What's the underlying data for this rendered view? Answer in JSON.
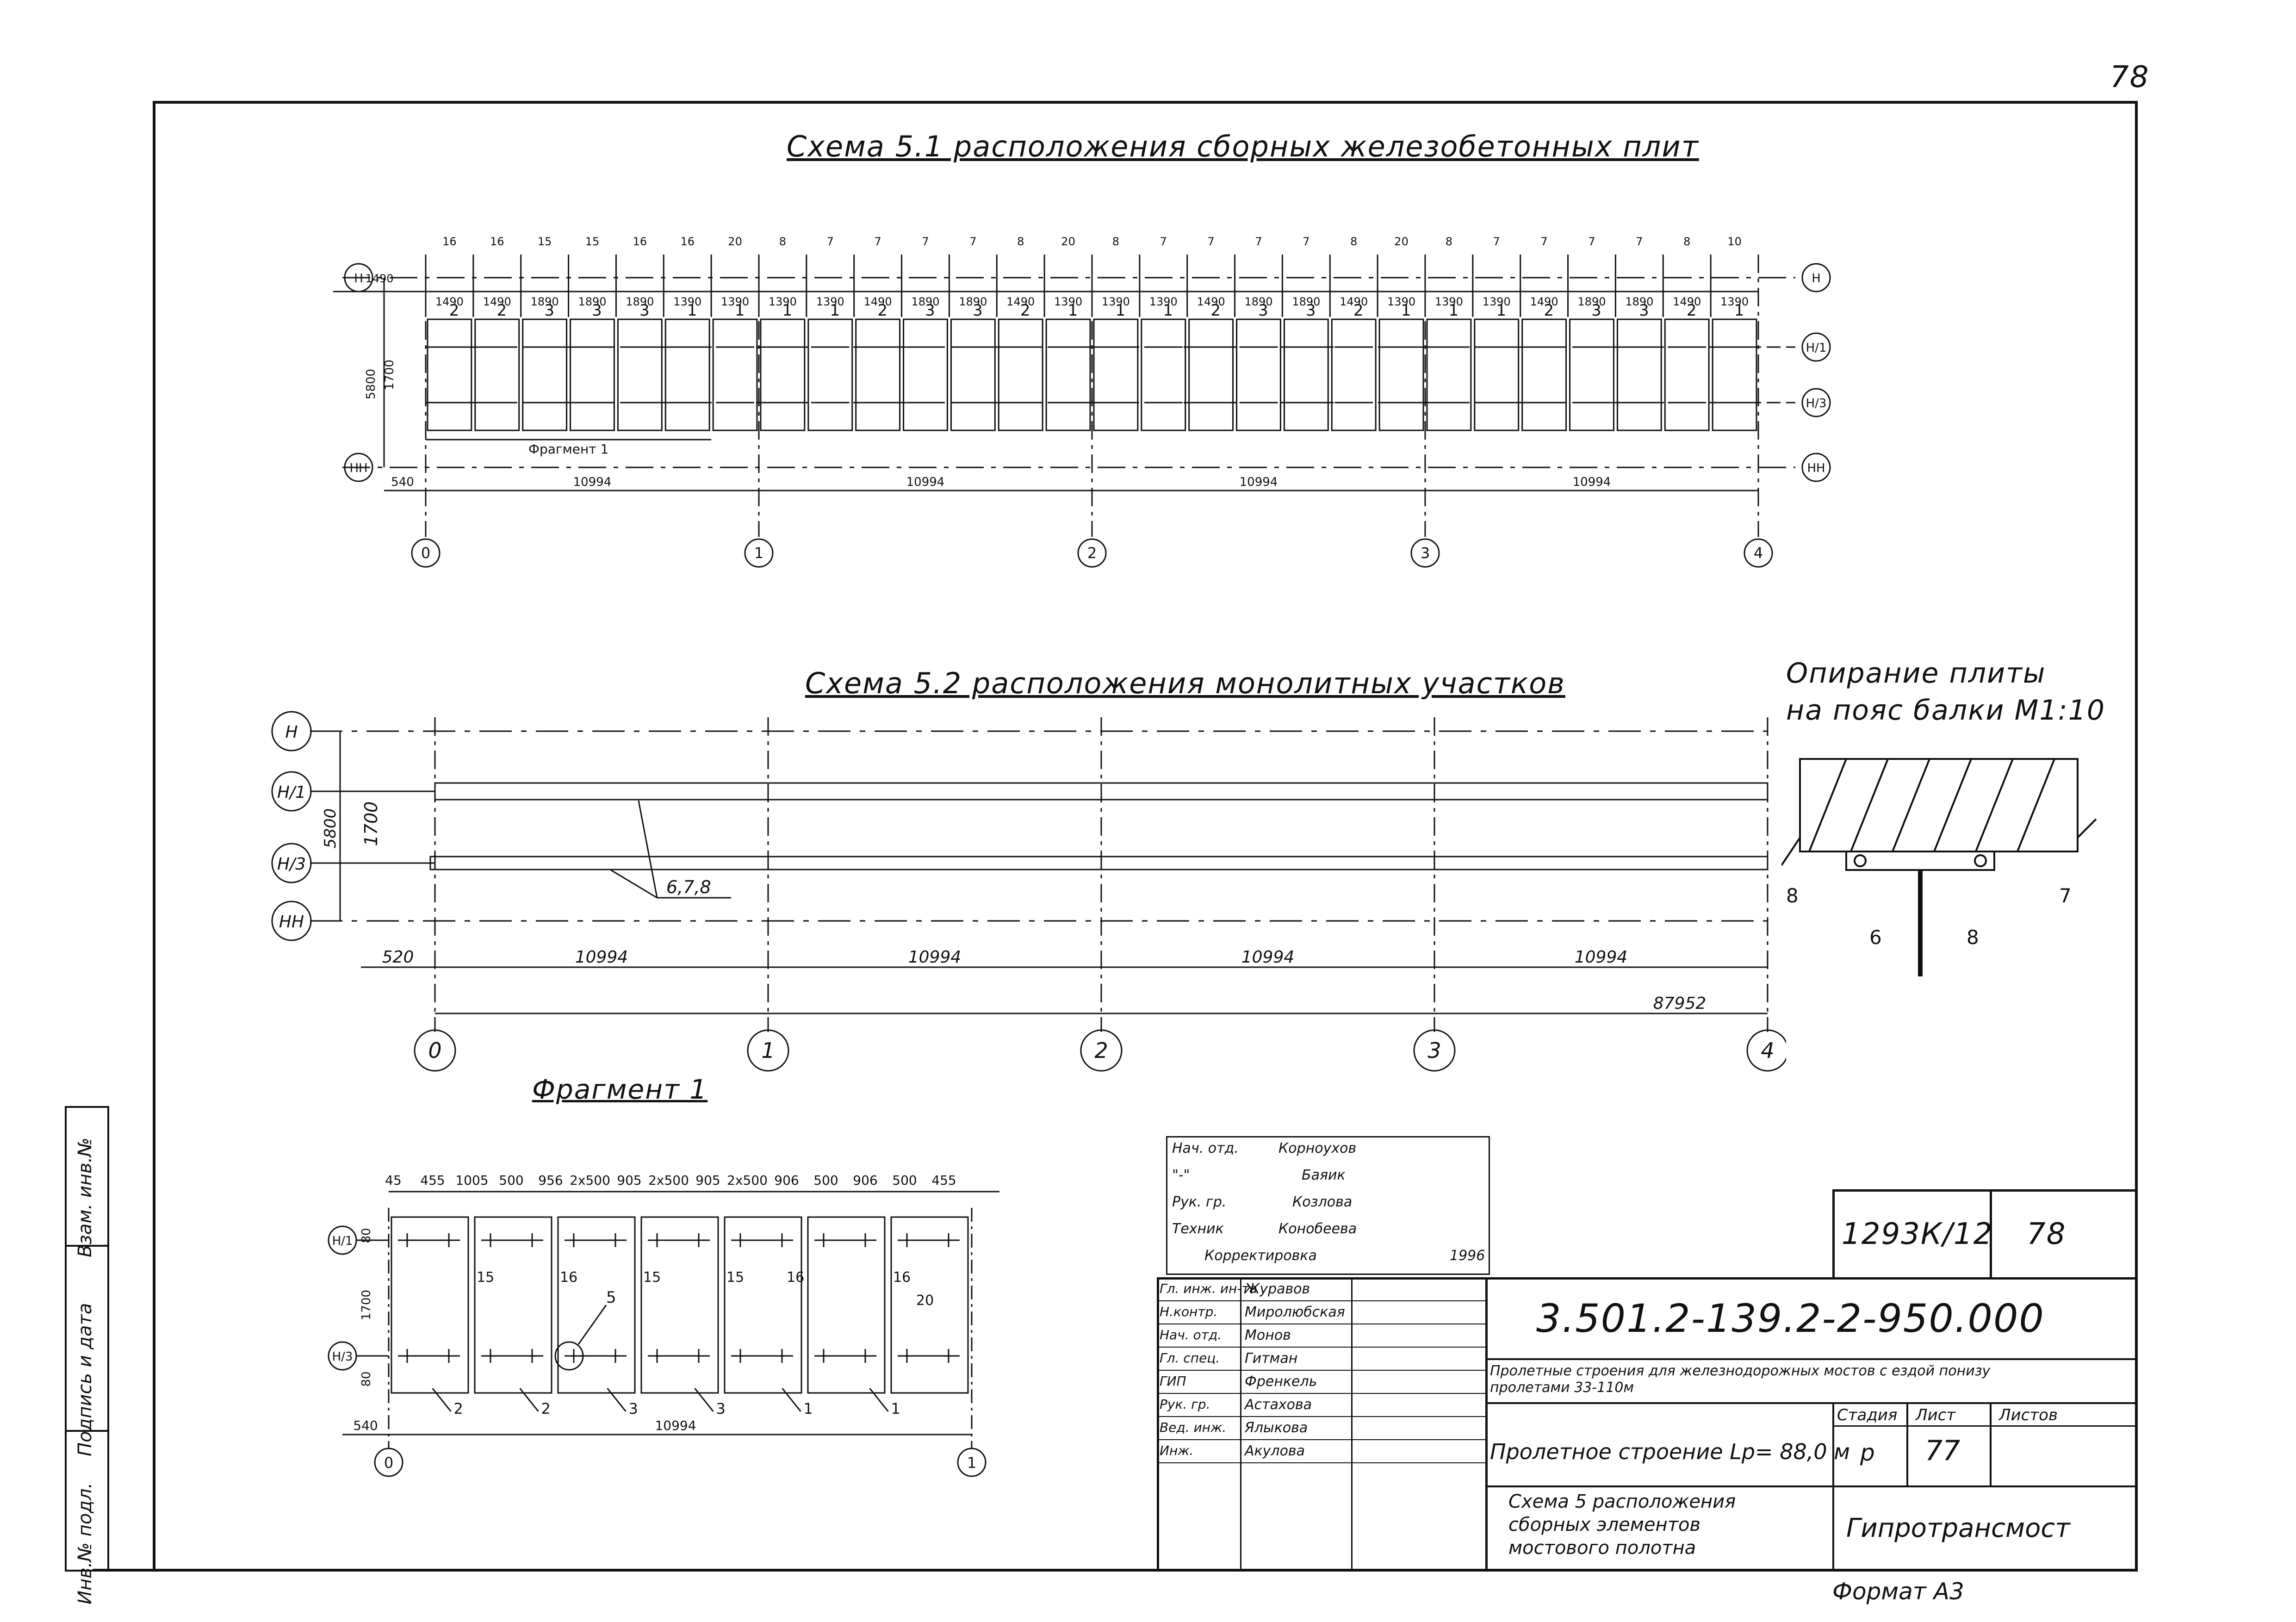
{
  "page_number": "78",
  "scheme1": {
    "title": "Схема 5.1 расположения сборных железобетонных плит",
    "top_widths": [
      "1490",
      "1490",
      "1890",
      "1890",
      "1890",
      "1390",
      "1390",
      "1390",
      "1390",
      "1490",
      "1890",
      "1890",
      "1490",
      "1390",
      "1390",
      "1390",
      "1490",
      "1890",
      "1890",
      "1490",
      "1390",
      "1390",
      "1390",
      "1490",
      "1890",
      "1890",
      "1490",
      "1390"
    ],
    "gaps": [
      "16",
      "16",
      "15",
      "15",
      "16",
      "16",
      "20",
      "8",
      "7",
      "7",
      "7",
      "7",
      "8",
      "20",
      "8",
      "7",
      "7",
      "7",
      "7",
      "8",
      "20",
      "8",
      "7",
      "7",
      "7",
      "7",
      "8",
      "10"
    ],
    "plate_types": [
      "2",
      "2",
      "3",
      "3",
      "3",
      "1",
      "1",
      "1",
      "1",
      "2",
      "3",
      "3",
      "2",
      "1",
      "1",
      "1",
      "2",
      "3",
      "3",
      "2",
      "1",
      "1",
      "1",
      "2",
      "3",
      "3",
      "2",
      "1"
    ],
    "dim_5800": "5800",
    "dim_1700": "1700",
    "fragment_label": "Фрагмент 1",
    "dim_540": "540",
    "spans": [
      "10994",
      "10994",
      "10994",
      "10994"
    ],
    "axes": [
      "0",
      "1",
      "2",
      "3",
      "4"
    ],
    "row_labels": [
      "Н",
      "Н/1",
      "Н/3",
      "НН"
    ]
  },
  "scheme2": {
    "title": "Схема 5.2 расположения монолитных участков",
    "row_labels": [
      "Н",
      "Н/1",
      "Н/3",
      "НН"
    ],
    "dim_5800": "5800",
    "dim_1700": "1700",
    "callout": "6,7,8",
    "dim_520": "520",
    "spans": [
      "10994",
      "10994",
      "10994",
      "10994"
    ],
    "total": "87952",
    "axes": [
      "0",
      "1",
      "2",
      "3",
      "4"
    ]
  },
  "support": {
    "title_line1": "Опирание плиты",
    "title_line2": "на пояс балки М1:10",
    "labels": [
      "6",
      "7",
      "8",
      "8"
    ]
  },
  "fragment": {
    "title": "Фрагмент 1",
    "top_dims": [
      "45",
      "455",
      "1005",
      "500",
      "956",
      "2x500",
      "905",
      "2x500",
      "905",
      "2x500",
      "906",
      "500",
      "906",
      "500",
      "455"
    ],
    "side_dims": [
      "80",
      "1700",
      "80"
    ],
    "inner_labels": [
      "15",
      "16",
      "15",
      "15",
      "16",
      "16",
      "20"
    ],
    "circle_label": "5",
    "bottom_labels": [
      "2",
      "2",
      "3",
      "3",
      "1",
      "1"
    ],
    "dim_540": "540",
    "span": "10994",
    "axes": [
      "0",
      "1"
    ],
    "row_labels": [
      "Н/1",
      "Н/3"
    ]
  },
  "left_strip": {
    "labels": [
      "Взам. инв.№",
      "Подпись и дата",
      "Инв.№ подл."
    ]
  },
  "approval_block": {
    "rows": [
      {
        "role": "Нач. отд.",
        "name": "Корноухов"
      },
      {
        "role": "\"-\"",
        "name": "Баяик"
      },
      {
        "role": "Рук. гр.",
        "name": "Козлова"
      },
      {
        "role": "Техник",
        "name": "Конобеева"
      },
      {
        "role": "Корректировка",
        "name": "",
        "date": "1996"
      }
    ]
  },
  "title_block": {
    "code_small": "1293К/12",
    "sheet_top": "78",
    "doc_code": "3.501.2-139.2-2-950.000",
    "description": "Пролетные строения для железнодорожных мостов с ездой понизу пролетами 33-110м",
    "subject": "Пролетное строение Lp= 88,0 м",
    "stage_header": "Стадия",
    "sheet_header": "Лист",
    "sheets_header": "Листов",
    "stage": "р",
    "sheet": "77",
    "sheets": "",
    "scheme_name": "Схема 5 расположения сборных элементов мостового полотна",
    "org": "Гипротрансмост",
    "signers": [
      {
        "role": "Гл. инж. ин-та",
        "name": "Журавов"
      },
      {
        "role": "Н.контр.",
        "name": "Миролюбская"
      },
      {
        "role": "Нач. отд.",
        "name": "Монов"
      },
      {
        "role": "Гл. спец.",
        "name": "Гитман"
      },
      {
        "role": "ГИП",
        "name": "Френкель"
      },
      {
        "role": "Рук. гр.",
        "name": "Астахова"
      },
      {
        "role": "Вед. инж.",
        "name": "Ялыкова"
      },
      {
        "role": "Инж.",
        "name": "Акулова"
      }
    ]
  },
  "format": "Формат А3"
}
